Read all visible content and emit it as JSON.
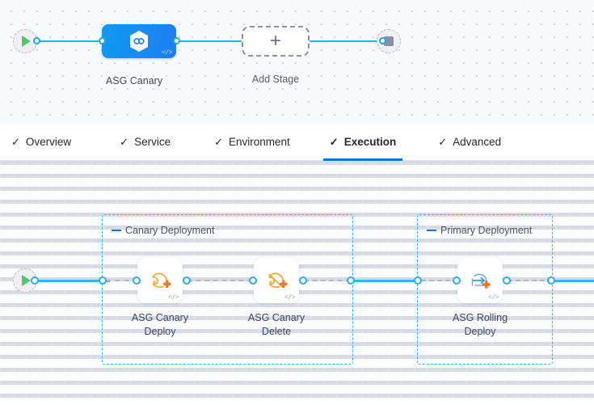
{
  "colors": {
    "accent_blue": "#1774d6",
    "rail_blue": "#33b5ef",
    "stage_gradient_from": "#0f9bf0",
    "stage_gradient_to": "#1e7ef0",
    "group_border": "#35b6f0",
    "play_green": "#4dc86a",
    "stop_gray": "#8e8ea3",
    "asg_orange": "#f5a623",
    "badge_orange": "#ef7622",
    "dashed_gray": "#b2b7c4",
    "canvas_top_bg": "#f6fafd",
    "canvas_bottom_bg": "#fcfdff"
  },
  "stage_canvas": {
    "start_node": {
      "name": "Start",
      "icon": "play-icon"
    },
    "end_node": {
      "name": "End",
      "icon": "stop-icon"
    },
    "stages": [
      {
        "label": "ASG Canary",
        "icon": "harness-hexagon-icon",
        "badge": "</>",
        "selected": true
      }
    ],
    "add_stage": {
      "label": "Add Stage",
      "icon": "plus-icon"
    }
  },
  "tabs": [
    {
      "label": "Overview",
      "check": "✓",
      "active": false
    },
    {
      "label": "Service",
      "check": "✓",
      "active": false
    },
    {
      "label": "Environment",
      "check": "✓",
      "active": false
    },
    {
      "label": "Execution",
      "check": "✓",
      "active": true
    },
    {
      "label": "Advanced",
      "check": "✓",
      "active": false
    }
  ],
  "execution": {
    "start_node": {
      "name": "Start",
      "icon": "play-icon"
    },
    "groups": [
      {
        "title": "Canary Deployment",
        "collapse_icon": "collapse-dash-icon",
        "steps": [
          {
            "label": "ASG Canary Deploy",
            "line1": "ASG Canary",
            "line2": "Deploy",
            "icon": "asg-canary-deploy-icon",
            "badge": "</>"
          },
          {
            "label": "ASG Canary Delete",
            "line1": "ASG Canary",
            "line2": "Delete",
            "icon": "asg-canary-delete-icon",
            "badge": "</>"
          }
        ]
      },
      {
        "title": "Primary Deployment",
        "collapse_icon": "collapse-dash-icon",
        "steps": [
          {
            "label": "ASG Rolling Deploy",
            "line1": "ASG Rolling",
            "line2": "Deploy",
            "icon": "asg-rolling-deploy-icon",
            "badge": "</>"
          }
        ]
      }
    ]
  }
}
